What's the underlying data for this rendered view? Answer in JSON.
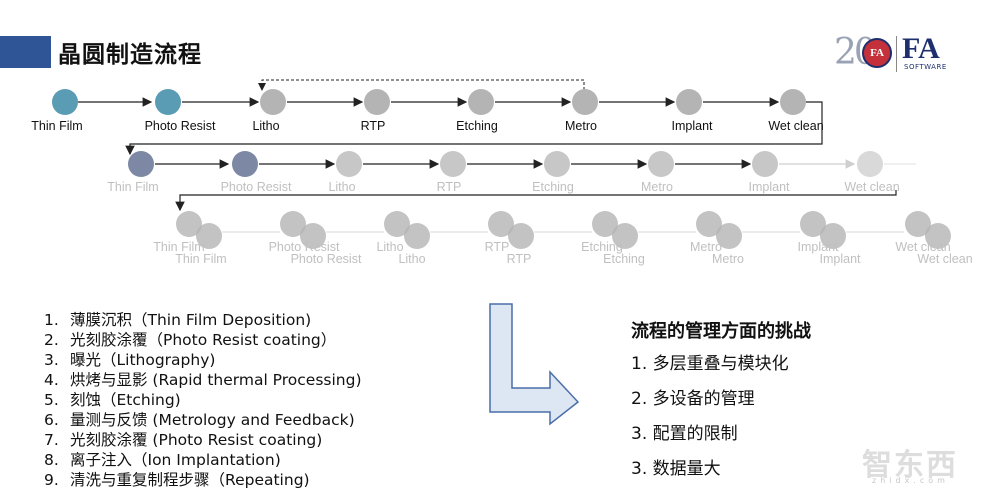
{
  "header": {
    "title": "晶圆制造流程",
    "logo_number": "20",
    "logo_badge": "FA",
    "logo_brand": "FA",
    "logo_brand_sub": "SOFTWARE"
  },
  "flow": {
    "row1": [
      "Thin Film",
      "Photo Resist",
      "Litho",
      "RTP",
      "Etching",
      "Metro",
      "Implant",
      "Wet clean"
    ],
    "row2": [
      "Thin Film",
      "Photo Resist",
      "Litho",
      "RTP",
      "Etching",
      "Metro",
      "Implant",
      "Wet clean"
    ],
    "row3": [
      "Thin Film",
      "Photo Resist",
      "Litho",
      "RTP",
      "Etching",
      "Metro",
      "Implant",
      "Wet clean"
    ],
    "colors": {
      "teal": "#5b9cb5",
      "steel": "#7c88a4",
      "gray": "#b4b4b4",
      "arrow": "#222222"
    }
  },
  "steps": [
    {
      "num": "1.",
      "text": "薄膜沉积（Thin Film Deposition)"
    },
    {
      "num": "2.",
      "text": "光刻胶涂覆（Photo Resist coating）"
    },
    {
      "num": "3.",
      "text": "曝光（Lithography)"
    },
    {
      "num": "4.",
      "text": "烘烤与显影 (Rapid thermal Processing)"
    },
    {
      "num": "5.",
      "text": "刻蚀（Etching)"
    },
    {
      "num": "6.",
      "text": "量测与反馈 (Metrology and Feedback)"
    },
    {
      "num": "7.",
      "text": "光刻胶涂覆 (Photo Resist coating)"
    },
    {
      "num": "8.",
      "text": "离子注入（Ion Implantation)"
    },
    {
      "num": "9.",
      "text": "清洗与重复制程步骤（Repeating)"
    }
  ],
  "challenges": {
    "title": "流程的管理方面的挑战",
    "items": [
      "1. 多层重叠与模块化",
      "2. 多设备的管理",
      "3. 配置的限制",
      "3. 数据量大"
    ]
  },
  "watermark": "智东西",
  "watermark_sub": "zhidx.com"
}
